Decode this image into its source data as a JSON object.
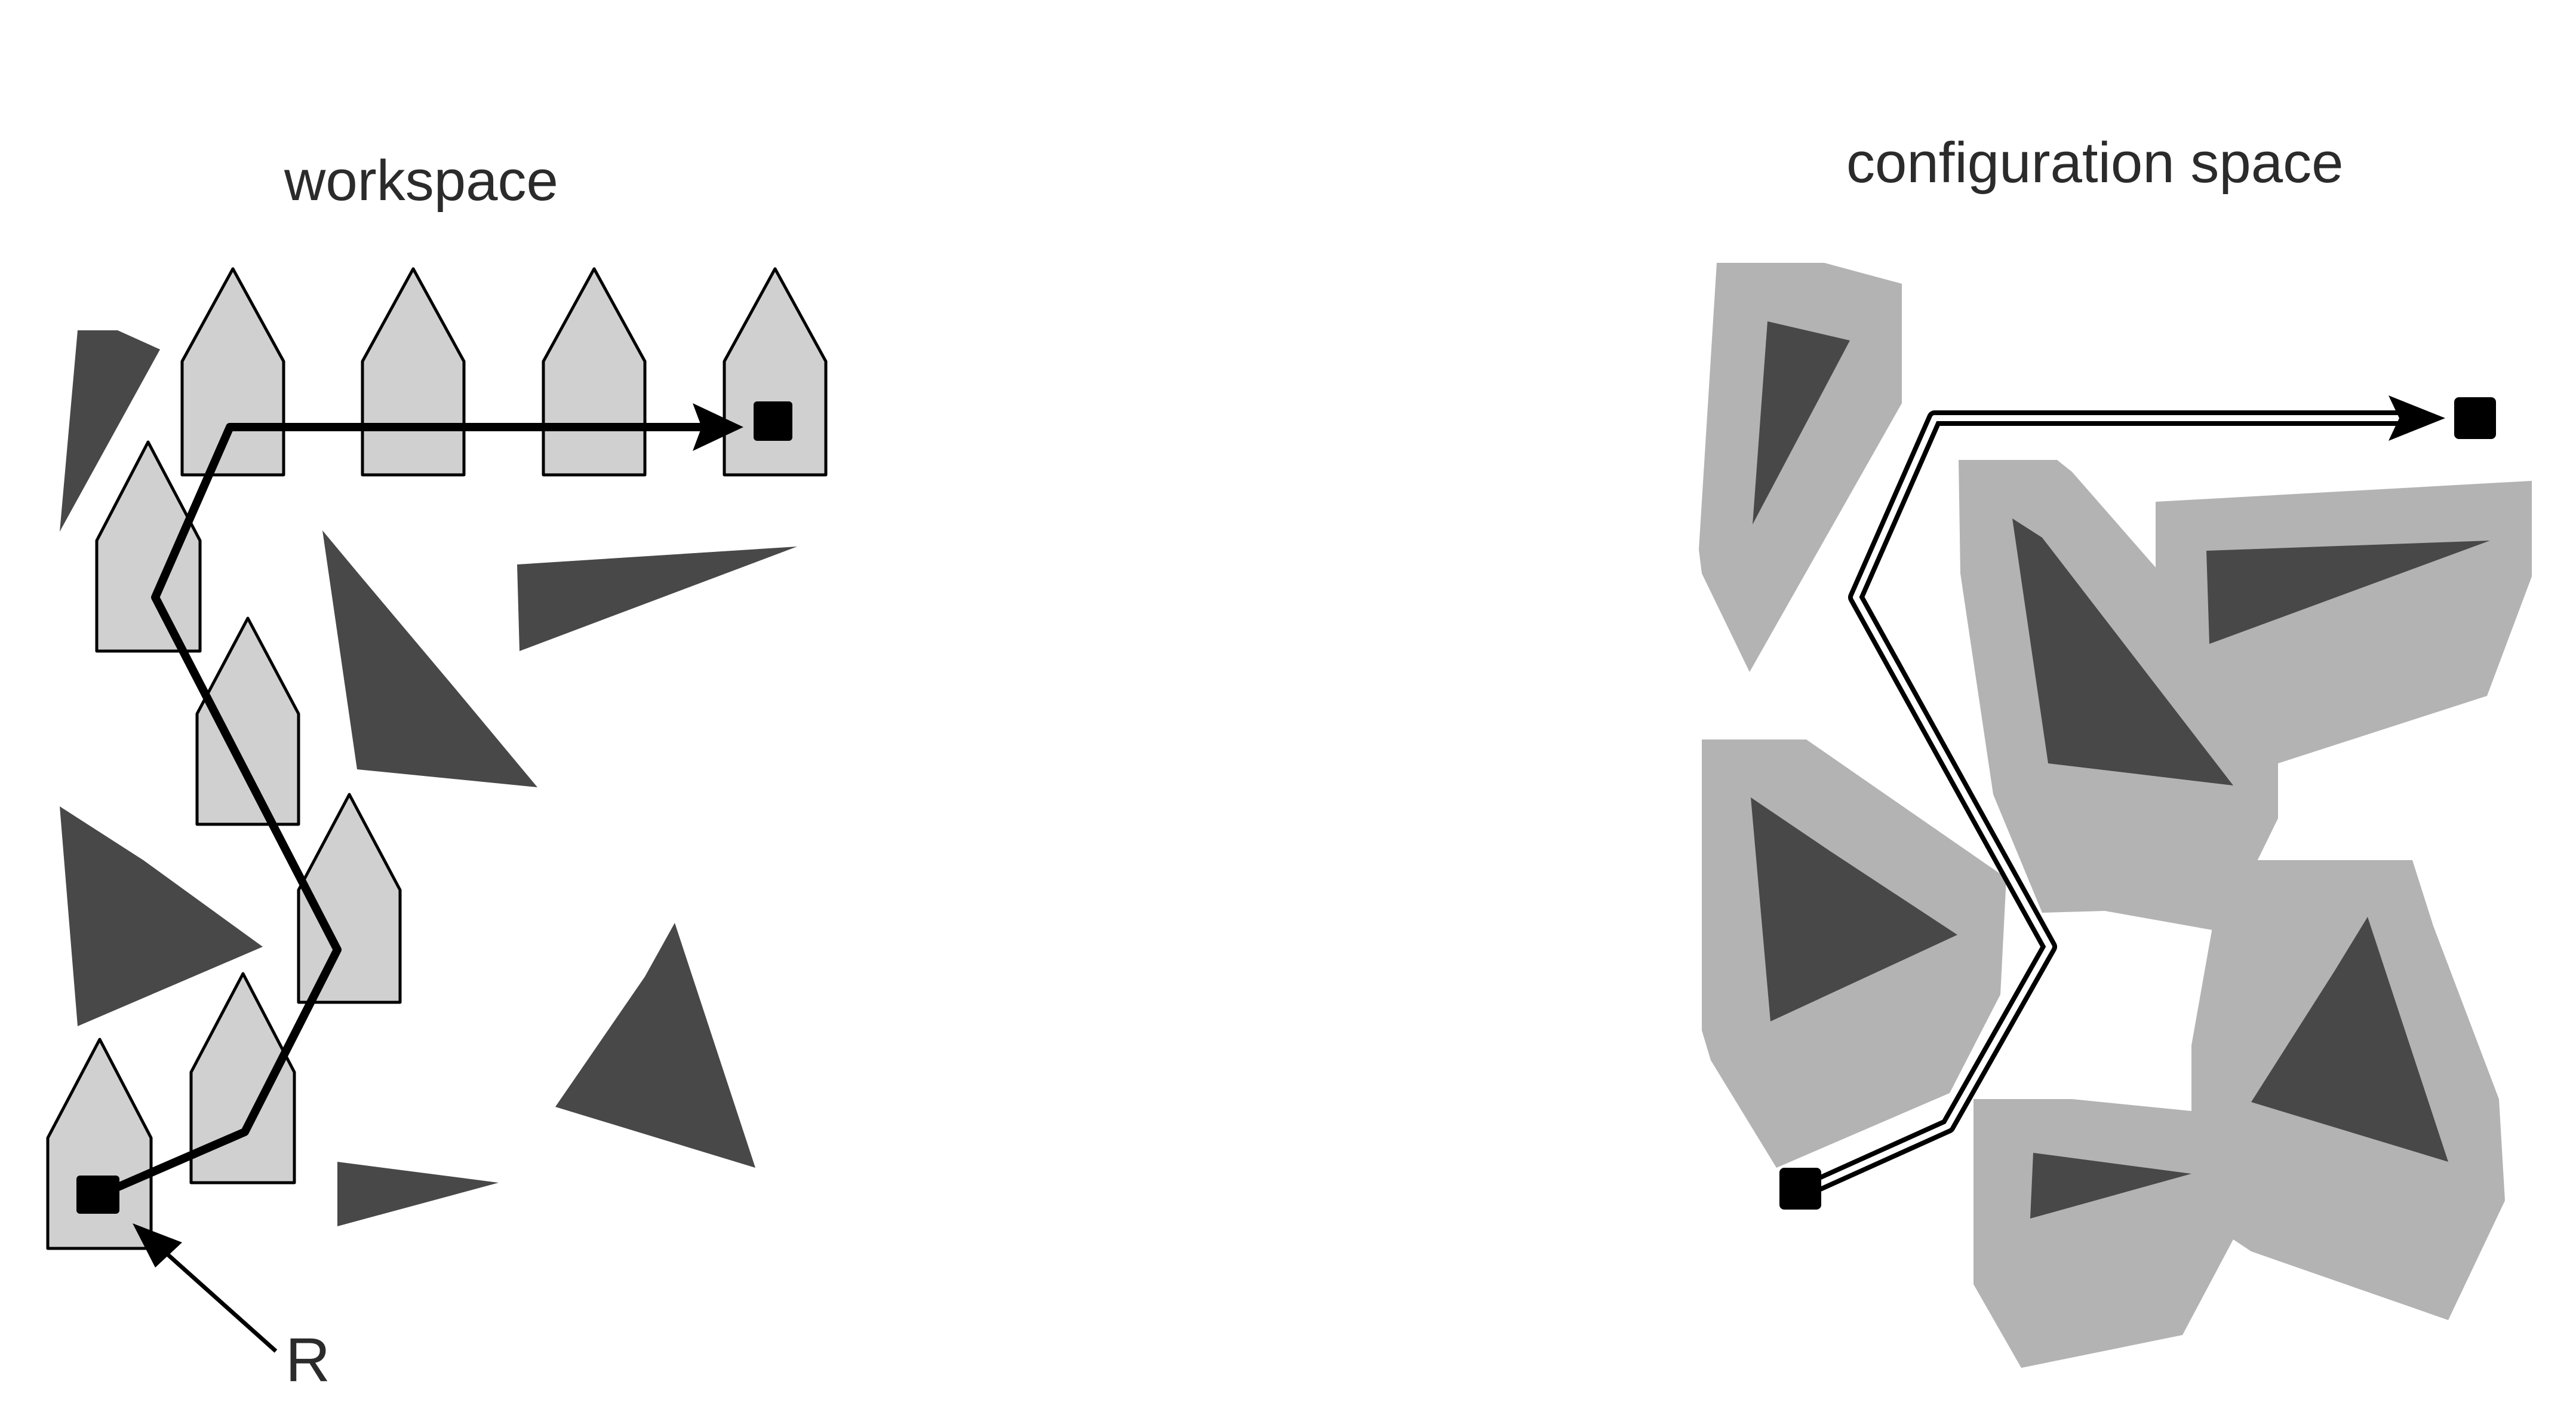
{
  "workspace_title": "workspace",
  "configuration_space_title": "configuration space",
  "robot_label": "R",
  "colors": {
    "obstacle": "#484848",
    "robot_fill": "#d0d0d0",
    "cspace_obstacle": "#b3b3b3",
    "path": "#000000",
    "background": "#ffffff"
  }
}
